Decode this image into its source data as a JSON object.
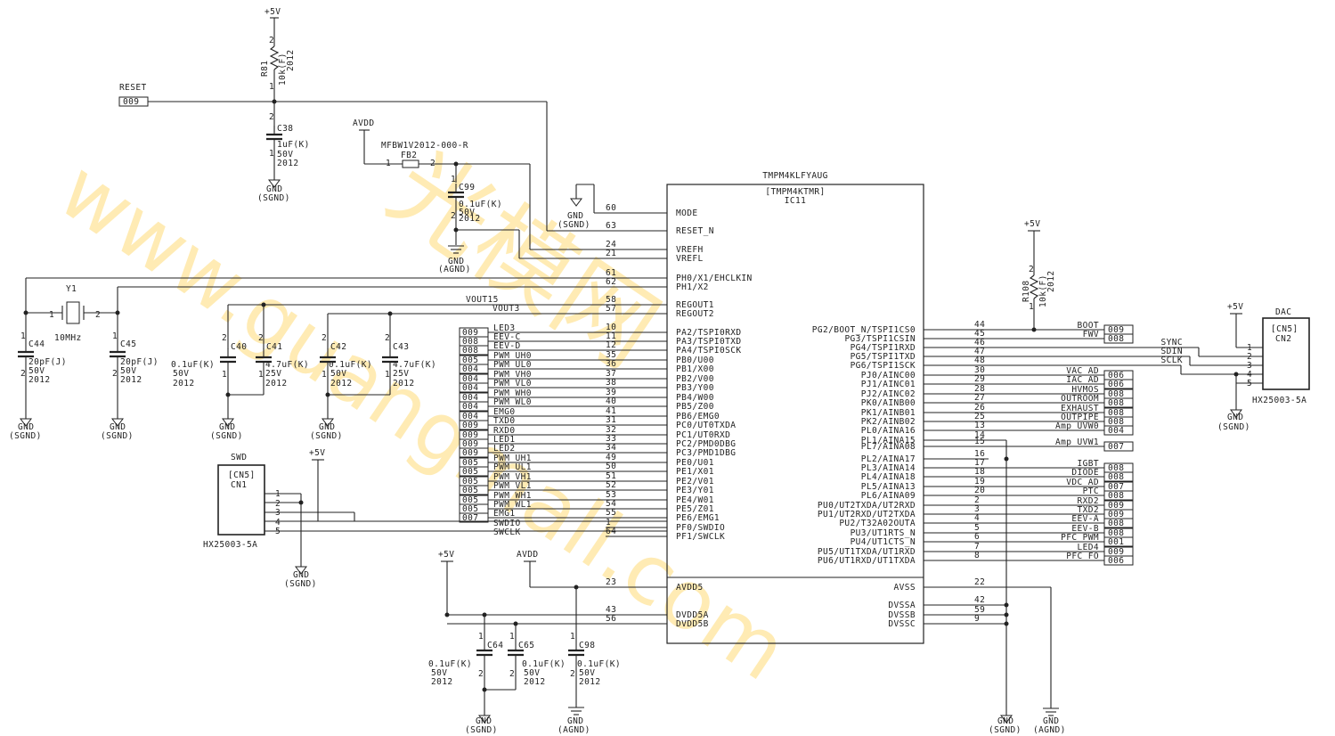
{
  "watermark": {
    "url": "www.guangmall.com",
    "cn": "光模网"
  },
  "power": {
    "v5": "+5V",
    "avdd": "AVDD",
    "gnd": "GND",
    "sgnd": "(SGND)",
    "agnd": "(AGND)"
  },
  "ic": {
    "part": "TMPM4KLFYAUG",
    "variant": "[TMPM4KTMR]",
    "ref": "IC11",
    "left_pins": [
      {
        "num": "60",
        "name": "MODE"
      },
      {
        "num": "63",
        "name": "RESET_N"
      },
      {
        "num": "24",
        "name": "VREFH"
      },
      {
        "num": "21",
        "name": "VREFL"
      },
      {
        "num": "61",
        "name": "PH0/X1/EHCLKIN"
      },
      {
        "num": "62",
        "name": "PH1/X2"
      },
      {
        "num": "58",
        "name": "REGOUT1"
      },
      {
        "num": "57",
        "name": "REGOUT2"
      },
      {
        "num": "10",
        "name": "PA2/TSPI0RXD"
      },
      {
        "num": "11",
        "name": "PA3/TSPI0TXD"
      },
      {
        "num": "12",
        "name": "PA4/TSPI0SCK"
      },
      {
        "num": "35",
        "name": "PB0/U00"
      },
      {
        "num": "36",
        "name": "PB1/X00"
      },
      {
        "num": "37",
        "name": "PB2/V00"
      },
      {
        "num": "38",
        "name": "PB3/Y00"
      },
      {
        "num": "39",
        "name": "PB4/W00"
      },
      {
        "num": "40",
        "name": "PB5/Z00"
      },
      {
        "num": "41",
        "name": "PB6/EMG0"
      },
      {
        "num": "31",
        "name": "PC0/UT0TXDA"
      },
      {
        "num": "32",
        "name": "PC1/UT0RXD"
      },
      {
        "num": "33",
        "name": "PC2/PMD0DBG"
      },
      {
        "num": "34",
        "name": "PC3/PMD1DBG"
      },
      {
        "num": "49",
        "name": "PE0/U01"
      },
      {
        "num": "50",
        "name": "PE1/X01"
      },
      {
        "num": "51",
        "name": "PE2/V01"
      },
      {
        "num": "52",
        "name": "PE3/Y01"
      },
      {
        "num": "53",
        "name": "PE4/W01"
      },
      {
        "num": "54",
        "name": "PE5/Z01"
      },
      {
        "num": "55",
        "name": "PE6/EMG1"
      },
      {
        "num": "1",
        "name": "PF0/SWDIO"
      },
      {
        "num": "64",
        "name": "PF1/SWCLK"
      },
      {
        "num": "23",
        "name": "AVDD5"
      },
      {
        "num": "43",
        "name": "DVDD5A"
      },
      {
        "num": "56",
        "name": "DVDD5B"
      }
    ],
    "right_pins": [
      {
        "num": "44",
        "name": "PG2/BOOT_N/TSPI1CS0"
      },
      {
        "num": "45",
        "name": "PG3/TSPI1CSIN"
      },
      {
        "num": "46",
        "name": "PG4/TSPI1RXD"
      },
      {
        "num": "47",
        "name": "PG5/TSPI1TXD"
      },
      {
        "num": "48",
        "name": "PG6/TSPI1SCK"
      },
      {
        "num": "30",
        "name": "PJ0/AINC00"
      },
      {
        "num": "29",
        "name": "PJ1/AINC01"
      },
      {
        "num": "28",
        "name": "PJ2/AINC02"
      },
      {
        "num": "27",
        "name": "PK0/AINB00"
      },
      {
        "num": "26",
        "name": "PK1/AINB01"
      },
      {
        "num": "25",
        "name": "PK2/AINB02"
      },
      {
        "num": "13",
        "name": "PL0/AINA16"
      },
      {
        "num": "14",
        "name": "PL1/AINA15"
      },
      {
        "num": "16",
        "name": "PL2/AINA17"
      },
      {
        "num": "17",
        "name": "PL3/AINA14"
      },
      {
        "num": "18",
        "name": "PL4/AINA18"
      },
      {
        "num": "19",
        "name": "PL5/AINA13"
      },
      {
        "num": "20",
        "name": "PL6/AINA09"
      },
      {
        "num": "15",
        "name": "PL7/AINA08"
      },
      {
        "num": "2",
        "name": "PU0/UT2TXDA/UT2RXD"
      },
      {
        "num": "3",
        "name": "PU1/UT2RXD/UT2TXDA"
      },
      {
        "num": "4",
        "name": "PU2/T32A02OUTA"
      },
      {
        "num": "5",
        "name": "PU3/UT1RTS_N"
      },
      {
        "num": "6",
        "name": "PU4/UT1CTS_N"
      },
      {
        "num": "7",
        "name": "PU5/UT1TXDA/UT1RXD"
      },
      {
        "num": "8",
        "name": "PU6/UT1RXD/UT1TXDA"
      },
      {
        "num": "22",
        "name": "AVSS"
      },
      {
        "num": "42",
        "name": "DVSSA"
      },
      {
        "num": "59",
        "name": "DVSSB"
      },
      {
        "num": "9",
        "name": "DVSSC"
      }
    ]
  },
  "left_nets": [
    {
      "tag": "009",
      "name": "LED3"
    },
    {
      "tag": "008",
      "name": "EEV-C"
    },
    {
      "tag": "008",
      "name": "EEV-D"
    },
    {
      "tag": "005",
      "name": "PWM_UH0"
    },
    {
      "tag": "004",
      "name": "PWM_UL0"
    },
    {
      "tag": "004",
      "name": "PWM_VH0"
    },
    {
      "tag": "004",
      "name": "PWM_VL0"
    },
    {
      "tag": "004",
      "name": "PWM_WH0"
    },
    {
      "tag": "004",
      "name": "PWM_WL0"
    },
    {
      "tag": "004",
      "name": "EMG0"
    },
    {
      "tag": "009",
      "name": "TXD0"
    },
    {
      "tag": "009",
      "name": "RXD0"
    },
    {
      "tag": "009",
      "name": "LED1"
    },
    {
      "tag": "009",
      "name": "LED2"
    },
    {
      "tag": "005",
      "name": "PWM_UH1"
    },
    {
      "tag": "005",
      "name": "PWM_UL1"
    },
    {
      "tag": "005",
      "name": "PWM_VH1"
    },
    {
      "tag": "005",
      "name": "PWM_VL1"
    },
    {
      "tag": "005",
      "name": "PWM_WH1"
    },
    {
      "tag": "005",
      "name": "PWM_WL1"
    },
    {
      "tag": "007",
      "name": "EMG1"
    },
    {
      "tag": "",
      "name": "SWDIO"
    },
    {
      "tag": "",
      "name": "SWCLK"
    }
  ],
  "right_nets": [
    {
      "tag": "009",
      "name": "BOOT"
    },
    {
      "tag": "008",
      "name": "FWV"
    },
    {
      "tag": "",
      "name": "SYNC"
    },
    {
      "tag": "",
      "name": "SDIN"
    },
    {
      "tag": "",
      "name": "SCLK"
    },
    {
      "tag": "006",
      "name": "VAC_AD"
    },
    {
      "tag": "006",
      "name": "IAC_AD"
    },
    {
      "tag": "008",
      "name": "HVMOS"
    },
    {
      "tag": "008",
      "name": "OUTROOM"
    },
    {
      "tag": "008",
      "name": "EXHAUST"
    },
    {
      "tag": "008",
      "name": "OUTPIPE"
    },
    {
      "tag": "004",
      "name": "Amp_UVW0"
    },
    {
      "tag": "",
      "name": ""
    },
    {
      "tag": "007",
      "name": "Amp_UVW1"
    },
    {
      "tag": "008",
      "name": "IGBT"
    },
    {
      "tag": "008",
      "name": "DIODE"
    },
    {
      "tag": "007",
      "name": "VDC_AD"
    },
    {
      "tag": "008",
      "name": "PTC"
    },
    {
      "tag": "009",
      "name": "RXD2"
    },
    {
      "tag": "009",
      "name": "TXD2"
    },
    {
      "tag": "008",
      "name": "EEV-A"
    },
    {
      "tag": "008",
      "name": "EEV-B"
    },
    {
      "tag": "001",
      "name": "PFC_PWM"
    },
    {
      "tag": "009",
      "name": "LED4"
    },
    {
      "tag": "006",
      "name": "PFC_FO"
    }
  ],
  "reset": {
    "label": "RESET",
    "tag": "009"
  },
  "r81": {
    "ref": "R81",
    "value": "10k(F)",
    "pkg": "2012",
    "p1": "1",
    "p2": "2"
  },
  "r108": {
    "ref": "R108",
    "value": "10k(F)",
    "pkg": "2012",
    "p1": "1",
    "p2": "2"
  },
  "c38": {
    "ref": "C38",
    "value": "1uF(K)",
    "volt": "50V",
    "pkg": "2012",
    "p1": "1",
    "p2": "2"
  },
  "fb2": {
    "ref": "FB2",
    "part": "MFBW1V2012-000-R",
    "p1": "1",
    "p2": "2"
  },
  "c99": {
    "ref": "C99",
    "value": "0.1uF(K)",
    "volt": "50V",
    "pkg": "2012",
    "p1": "1",
    "p2": "2"
  },
  "y1": {
    "ref": "Y1",
    "freq": "10MHz",
    "p1": "1",
    "p2": "2"
  },
  "c44": {
    "ref": "C44",
    "value": "20pF(J)",
    "volt": "50V",
    "pkg": "2012",
    "p1": "1",
    "p2": "2"
  },
  "c45": {
    "ref": "C45",
    "value": "20pF(J)",
    "volt": "50V",
    "pkg": "2012",
    "p1": "1",
    "p2": "2"
  },
  "c40": {
    "ref": "C40",
    "value": "0.1uF(K)",
    "volt": "50V",
    "pkg": "2012",
    "p1": "1",
    "p2": "2"
  },
  "c41": {
    "ref": "C41",
    "value": "4.7uF(K)",
    "volt": "25V",
    "pkg": "2012",
    "p1": "1",
    "p2": "2"
  },
  "c42": {
    "ref": "C42",
    "value": "0.1uF(K)",
    "volt": "50V",
    "pkg": "2012",
    "p1": "1",
    "p2": "2"
  },
  "c43": {
    "ref": "C43",
    "value": "4.7uF(K)",
    "volt": "25V",
    "pkg": "2012",
    "p1": "1",
    "p2": "2"
  },
  "c64": {
    "ref": "C64",
    "value": "0.1uF(K)",
    "volt": "50V",
    "pkg": "2012",
    "p1": "1",
    "p2": "2"
  },
  "c65": {
    "ref": "C65",
    "value": "0.1uF(K)",
    "volt": "50V",
    "pkg": "2012",
    "p1": "1",
    "p2": "2"
  },
  "c98": {
    "ref": "C98",
    "value": "0.1uF(K)",
    "volt": "50V",
    "pkg": "2012",
    "p1": "1",
    "p2": "2"
  },
  "vout15": "VOUT15",
  "vout3": "VOUT3",
  "swd": {
    "title": "SWD",
    "tag": "[CN5]",
    "ref": "CN1",
    "part": "HX25003-5A",
    "pins": [
      "1",
      "2",
      "3",
      "4",
      "5"
    ]
  },
  "dac": {
    "title": "DAC",
    "tag": "[CN5]",
    "ref": "CN2",
    "part": "HX25003-5A",
    "pins": [
      "1",
      "2",
      "3",
      "4",
      "5"
    ]
  }
}
